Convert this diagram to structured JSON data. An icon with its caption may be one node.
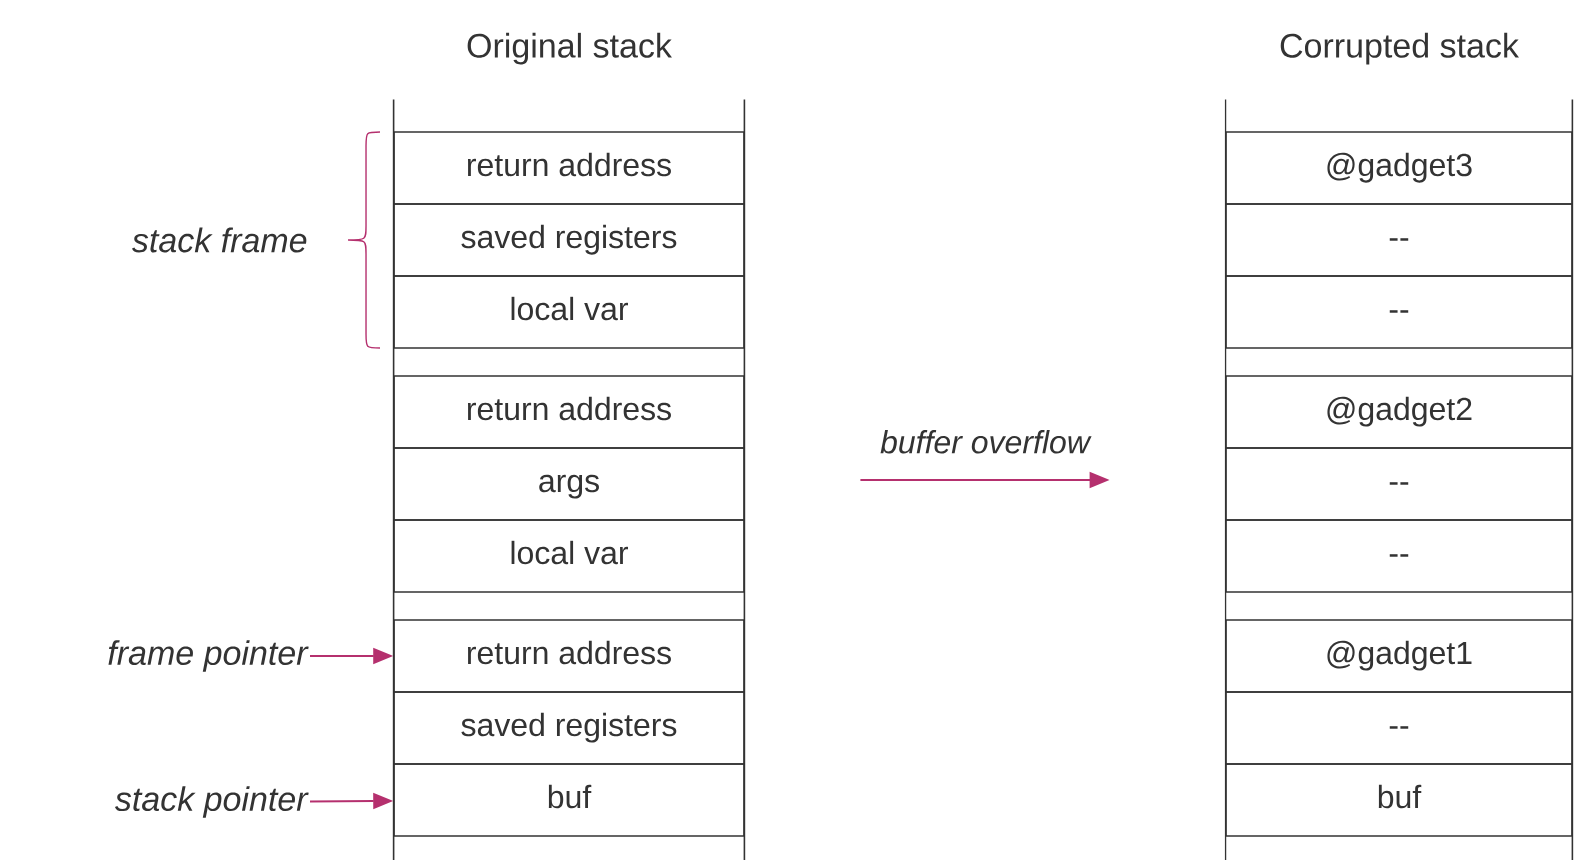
{
  "diagram": {
    "nodes": [
      {
        "text": [
          "Original stack"
        ]
      },
      {
        "text": [
          "return address"
        ],
        "in": 0
      },
      {
        "text": [
          "saved registers"
        ],
        "in": 0
      },
      {
        "text": [
          "local var"
        ],
        "in": 0
      },
      {
        "text": [
          "return address"
        ],
        "in": 0
      },
      {
        "text": [
          "args"
        ],
        "in": 0
      },
      {
        "text": [
          "local var"
        ],
        "in": 0
      },
      {
        "text": [
          "return address"
        ],
        "in": 0
      },
      {
        "text": [
          "saved registers"
        ],
        "in": 0
      },
      {
        "text": [
          "buf"
        ],
        "in": 0
      },
      {
        "text": [
          "Corrupted stack"
        ]
      },
      {
        "text": [
          "@gadget3"
        ],
        "in": 10
      },
      {
        "text": [
          "--"
        ],
        "in": 10
      },
      {
        "text": [
          "--"
        ],
        "in": 10
      },
      {
        "text": [
          "@gadget2"
        ],
        "in": 10
      },
      {
        "text": [
          "--"
        ],
        "in": 10
      },
      {
        "text": [
          "--"
        ],
        "in": 10
      },
      {
        "text": [
          "@gadget1"
        ],
        "in": 10
      },
      {
        "text": [
          "--"
        ],
        "in": 10
      },
      {
        "text": [
          "buf"
        ],
        "in": 10
      },
      {
        "text": [
          "frame pointer"
        ]
      },
      {
        "text": [
          "stack pointer"
        ]
      }
    ],
    "edges": [
      {
        "from": 0,
        "to": 10,
        "arrow": "to",
        "label": "buffer overflow"
      },
      {
        "from": 20,
        "to": 7,
        "arrow": "to"
      },
      {
        "from": 21,
        "to": 9,
        "arrow": "to"
      }
    ],
    "labels": [
      "stack frame"
    ]
  }
}
